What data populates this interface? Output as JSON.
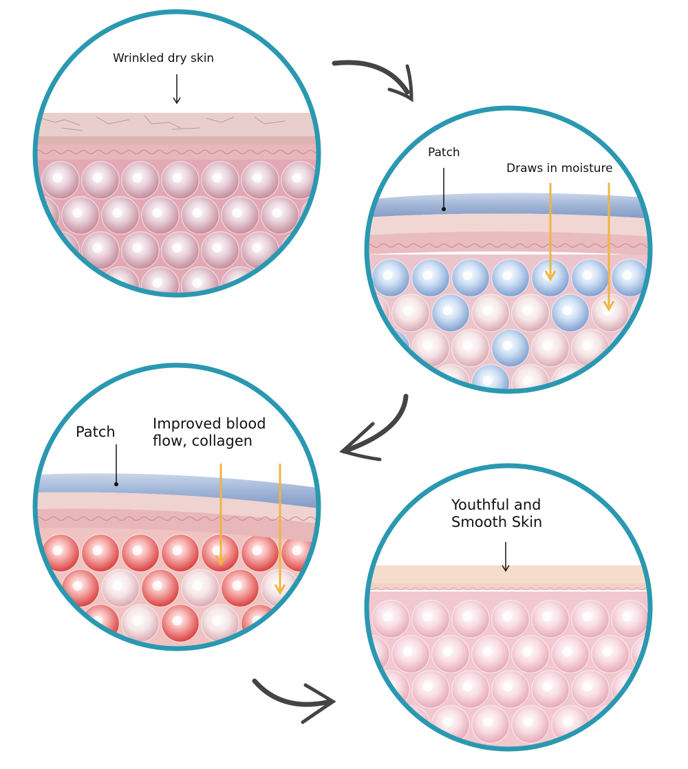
{
  "panels": [
    {
      "label": "Wrinkled dry skin"
    },
    {
      "label_patch": "Patch",
      "label_moisture": "Draws in moisture"
    },
    {
      "label_patch": "Patch",
      "label_flow": "Improved blood\nflow, collagen"
    },
    {
      "label": "Youthful and\nSmooth Skin"
    }
  ],
  "colors": {
    "ring": "#2a98b0",
    "patch": "#9fb4d6",
    "skin_top": "#e9c7c3",
    "skin_fresh": "#f6dccb",
    "cell_dry": "#e7c9d3",
    "cell_moist": "#c3d6ef",
    "cell_red": "#f08a8a",
    "cell_smooth": "#f7d3dc",
    "orange_arrow": "#f1b43f",
    "flow_arrow": "#444444"
  },
  "icons": [
    "curved-arrow-right",
    "curved-arrow-left",
    "down-arrow"
  ]
}
